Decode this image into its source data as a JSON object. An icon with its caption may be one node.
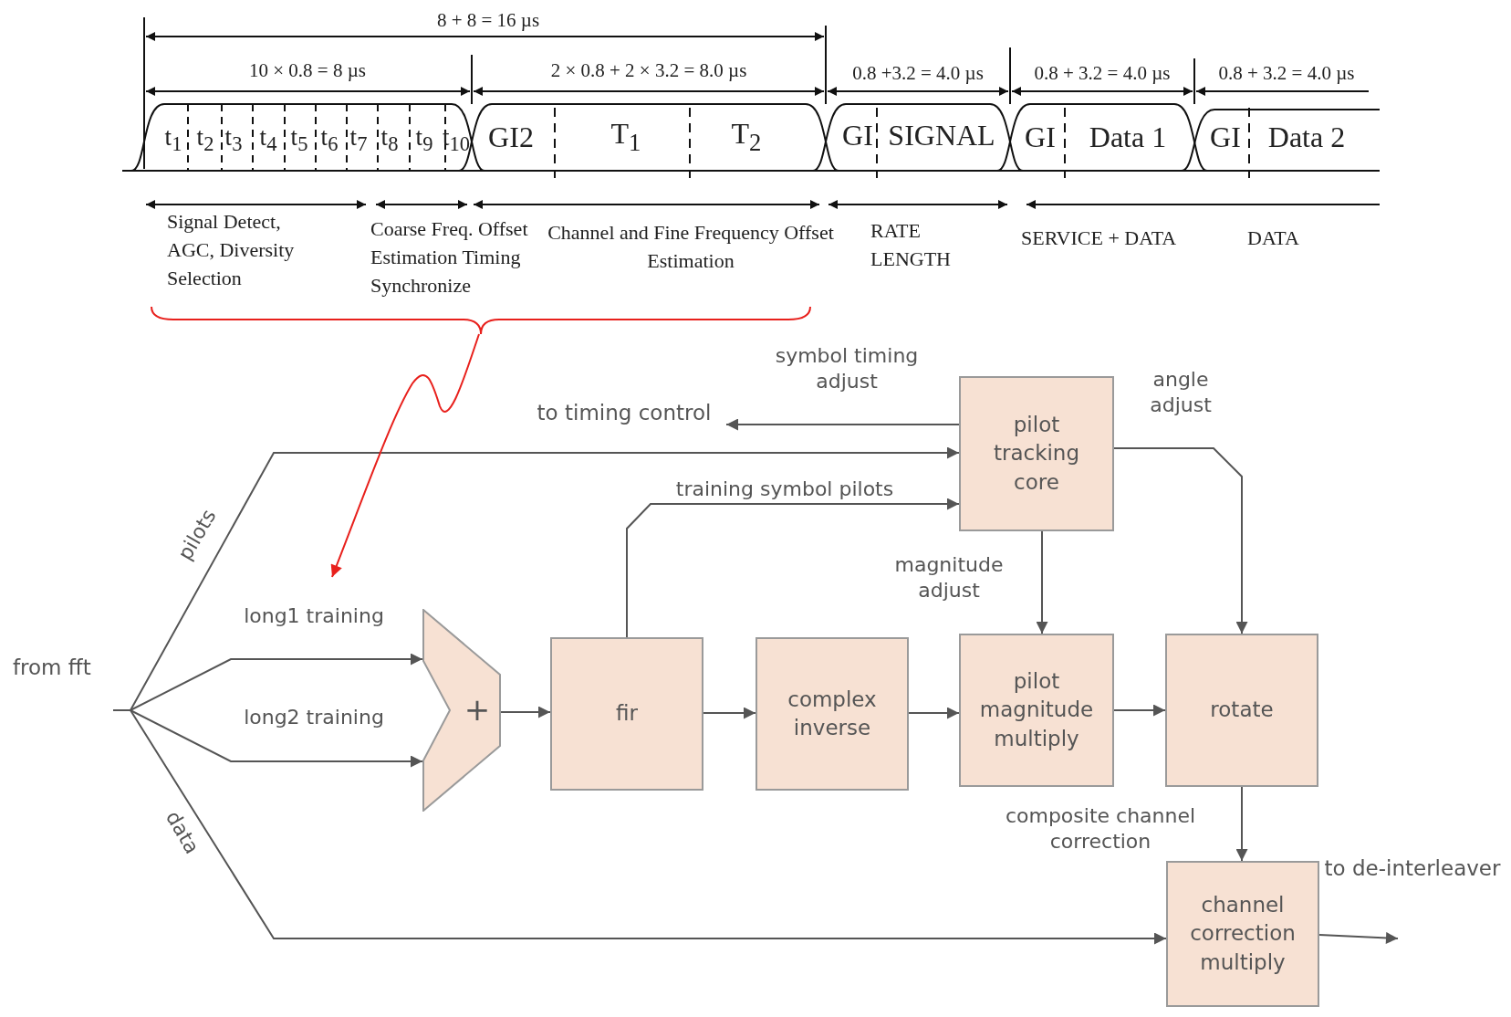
{
  "diagram": {
    "nodes": [
      {
        "text": [
          "from fft"
        ]
      },
      {
        "text": [
          "+"
        ]
      },
      {
        "text": [
          "fir"
        ]
      },
      {
        "text": [
          "complex inverse"
        ]
      },
      {
        "text": [
          "pilot tracking core"
        ]
      },
      {
        "text": [
          "pilot magnitude multiply"
        ]
      },
      {
        "text": [
          "rotate"
        ]
      },
      {
        "text": [
          "channel correction multiply"
        ]
      },
      {
        "text": [
          "to timing control"
        ]
      },
      {
        "text": [
          "to de-interleaver"
        ]
      },
      {
        "text": [],
        "shape": "brace"
      }
    ],
    "edges": [
      {
        "from": 0,
        "to": 1,
        "arrow": "to",
        "label": "long1 training"
      },
      {
        "from": 0,
        "to": 1,
        "arrow": "to",
        "label": "long2 training"
      },
      {
        "from": 0,
        "to": 4,
        "arrow": "to",
        "label": "pilots"
      },
      {
        "from": 0,
        "to": 7,
        "arrow": "to",
        "label": "data"
      },
      {
        "from": 1,
        "to": 2,
        "arrow": "to"
      },
      {
        "from": 2,
        "to": 3,
        "arrow": "to"
      },
      {
        "from": 2,
        "to": 4,
        "arrow": "to",
        "label": "training symbol pilots"
      },
      {
        "from": 3,
        "to": 5,
        "arrow": "to"
      },
      {
        "from": 4,
        "to": 8,
        "arrow": "to",
        "label": "symbol timing adjust"
      },
      {
        "from": 4,
        "to": 5,
        "arrow": "to",
        "label": "magnitude adjust"
      },
      {
        "from": 4,
        "to": 6,
        "arrow": "to",
        "label": "angle adjust"
      },
      {
        "from": 5,
        "to": 6,
        "arrow": "to"
      },
      {
        "from": 6,
        "to": 7,
        "arrow": "to",
        "label": "composite channel correction"
      },
      {
        "from": 7,
        "to": 9,
        "arrow": "to"
      },
      {
        "from": 10,
        "to": null,
        "arrow": "to",
        "color": "#e8201c"
      }
    ],
    "labels": [
      "8 + 8 = 16 µs",
      "10 × 0.8 = 8 µs",
      "2 × 0.8 + 2 × 3.2 = 8.0 µs",
      "0.8 +3.2 = 4.0 µs",
      "0.8 + 3.2 = 4.0 µs",
      "0.8 + 3.2 = 4.0 µs",
      "t$_{1}$",
      "t$_{2}$",
      "t$_{3}$",
      "t$_{4}$",
      "t$_{5}$",
      "t$_{6}$",
      "t$_{7}$",
      "t$_{8}$",
      "t$_{9}$",
      "t$_{10}$",
      "GI2",
      "T$_{1}$",
      "T$_{2}$",
      "GI",
      "SIGNAL",
      "GI",
      "Data 1",
      "GI",
      "Data 2",
      "Signal Detect, AGC, Diversity Selection",
      "Coarse Freq. Offset Estimation Timing Synchronize",
      "Channel and Fine Frequency Offset Estimation",
      "RATE LENGTH",
      "SERVICE + DATA",
      "DATA"
    ]
  }
}
